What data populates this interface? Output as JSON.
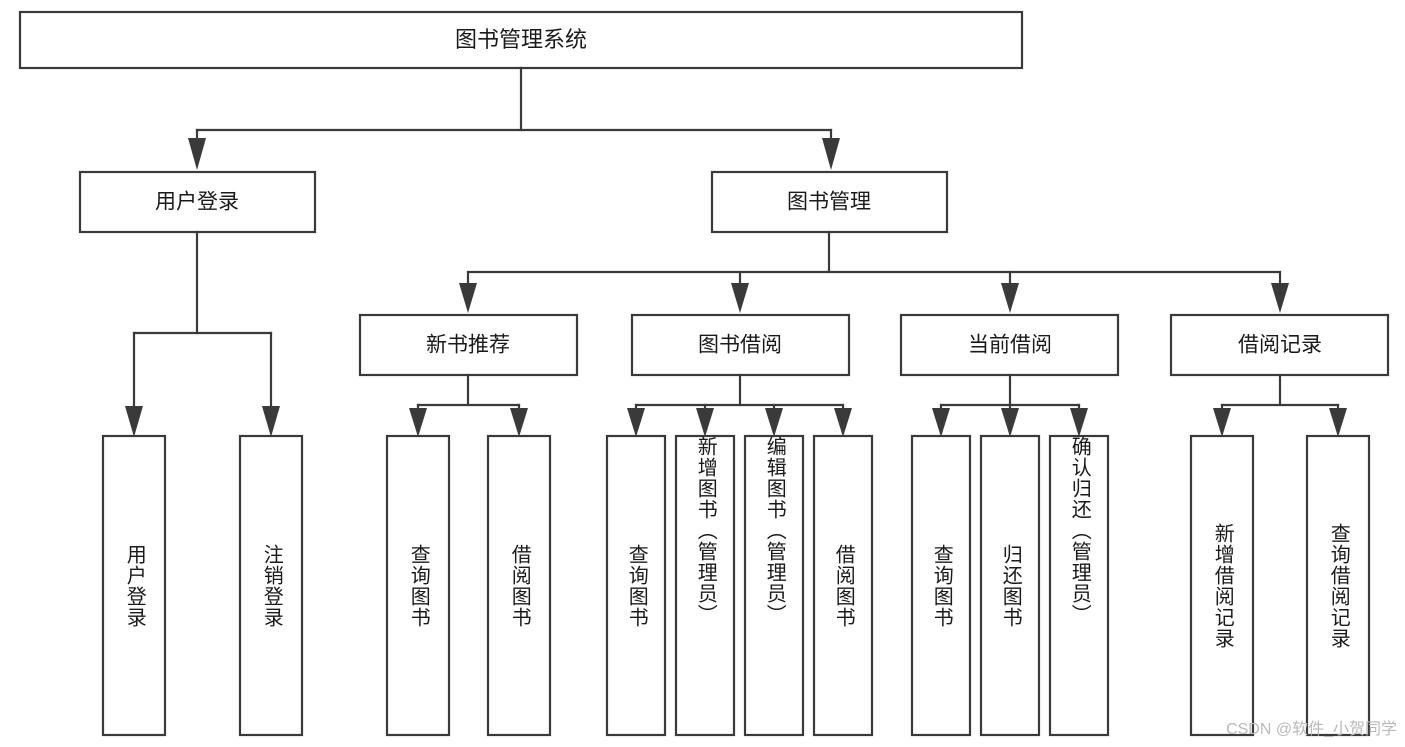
{
  "diagram": {
    "type": "hierarchy-tree",
    "title": "图书管理系统",
    "watermark": "CSDN @软件_小贺同学",
    "colors": {
      "box_stroke": "#3a3a3a",
      "box_fill": "#ffffff",
      "text": "#1a1a1a",
      "connector": "#3a3a3a",
      "watermark": "#b9b9b9",
      "background": "#ffffff"
    },
    "root": {
      "label": "图书管理系统"
    },
    "level2": [
      {
        "label": "用户登录"
      },
      {
        "label": "图书管理"
      }
    ],
    "level3": [
      {
        "label": "新书推荐"
      },
      {
        "label": "图书借阅"
      },
      {
        "label": "当前借阅"
      },
      {
        "label": "借阅记录"
      }
    ],
    "leaves": {
      "user_login": [
        {
          "label": "用户登录"
        },
        {
          "label": "注销登录"
        }
      ],
      "new_book_recommend": [
        {
          "label": "查询图书"
        },
        {
          "label": "借阅图书"
        }
      ],
      "book_borrow": [
        {
          "label": "查询图书"
        },
        {
          "label": "新增图书（管理员）"
        },
        {
          "label": "编辑图书（管理员）"
        },
        {
          "label": "借阅图书"
        }
      ],
      "current_borrow": [
        {
          "label": "查询图书"
        },
        {
          "label": "归还图书"
        },
        {
          "label": "确认归还（管理员）"
        }
      ],
      "borrow_record": [
        {
          "label": "新增借阅记录"
        },
        {
          "label": "查询借阅记录"
        }
      ]
    }
  }
}
